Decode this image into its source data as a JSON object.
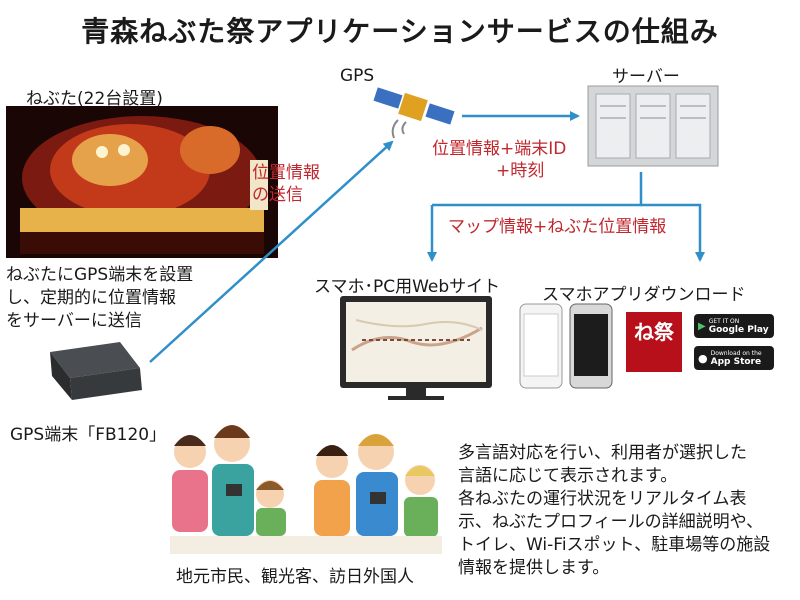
{
  "title": "青森ねぶた祭アプリケーションサービスの仕組み",
  "labels": {
    "nebuta": "ねぶた(22台設置)",
    "gps": "GPS",
    "server": "サーバー",
    "send_line1": "位置情報",
    "send_line2": "の送信",
    "gps_to_server_line1": "位置情報+端末ID",
    "gps_to_server_line2": "+時刻",
    "server_out": "マップ情報+ねぶた位置情報",
    "web": "スマホ･PC用Webサイト",
    "app": "スマホアプリダウンロード",
    "device_desc": [
      "ねぶたにGPS端末を設置",
      "し、定期的に位置情報",
      "をサーバーに送信"
    ],
    "device_name": "GPS端末「FB120」",
    "users": "地元市民、観光客、訪日外国人",
    "service_desc": [
      "多言語対応を行い、利用者が選択した",
      "言語に応じて表示されます。",
      "各ねぶたの運行状況をリアルタイム表",
      "示、ねぶたプロフィールの詳細説明や、",
      "トイレ、Wi-Fiスポット、駐車場等の施設",
      "情報を提供します。"
    ]
  },
  "badges": {
    "google_small": "GET IT ON",
    "google_big": "Google Play",
    "apple_small": "Download on the",
    "apple_big": "App Store",
    "app_icon_text": "ね祭"
  },
  "colors": {
    "arrow": "#2f8fc9",
    "red_text": "#c0282e",
    "text": "#1a1a1a"
  }
}
